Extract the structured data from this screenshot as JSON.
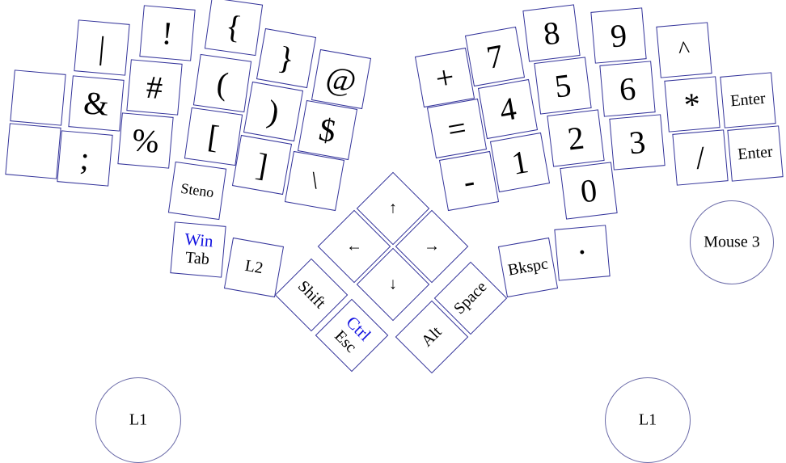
{
  "left_hand": {
    "col_pinky_outer": [
      "",
      ""
    ],
    "col_pinky": [
      "|",
      "&",
      ";"
    ],
    "col_ring": [
      "!",
      "#",
      "%"
    ],
    "col_middle": [
      "{",
      "(",
      "[",
      "Steno"
    ],
    "col_index": [
      "}",
      ")",
      "]"
    ],
    "col_index_inner": [
      "@",
      "$",
      "\\"
    ],
    "thumb_win_tab": {
      "hold": "Win",
      "tap": "Tab"
    },
    "thumb_l2": "L2",
    "thumb_shift": "Shift",
    "thumb_ctrl_esc": {
      "hold": "Ctrl",
      "tap": "Esc"
    },
    "trackball": "L1"
  },
  "arrows": {
    "up": "↑",
    "left": "←",
    "right": "→",
    "down": "↓"
  },
  "right_hand": {
    "col_index_inner": [
      "+",
      "=",
      "-"
    ],
    "col_index": [
      "7",
      "4",
      "1"
    ],
    "col_middle": [
      "8",
      "5",
      "2",
      "0"
    ],
    "col_ring": [
      "9",
      "6",
      "3"
    ],
    "col_pinky": [
      "^",
      "*",
      "/"
    ],
    "col_pinky_outer": [
      "Enter",
      "Enter"
    ],
    "thumb_alt": "Alt",
    "thumb_space": "Space",
    "thumb_bkspc": "Bkspc",
    "thumb_dot": "·",
    "mouse_button": "Mouse 3",
    "trackball": "L1"
  },
  "colors": {
    "key_border": "#33339a",
    "hold_label": "#1010e0",
    "background": "#ffffff"
  }
}
